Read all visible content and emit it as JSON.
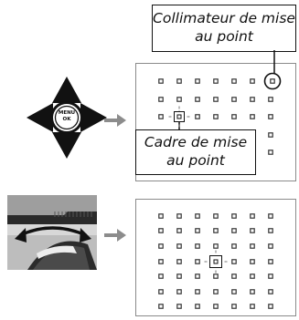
{
  "callouts": {
    "collimator": {
      "line1": "Collimateur de mise",
      "line2": "au point"
    },
    "focus_frame": {
      "line1": "Cadre de mise",
      "line2": "au point"
    }
  },
  "controls": {
    "menu_ok": {
      "line1": "MENU",
      "line2": "OK"
    }
  },
  "grid": {
    "columns": 7,
    "rows": 7
  },
  "colors": {
    "ink": "#111111",
    "panel_border": "#8a8a8a",
    "arrow": "#8c8c8c",
    "dot_border": "#333333"
  },
  "icons": [
    "selector-dpad-icon",
    "command-dial-icon",
    "arrow-right-icon"
  ]
}
